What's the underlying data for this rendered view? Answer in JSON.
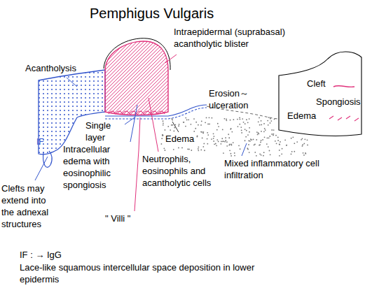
{
  "diagram": {
    "title": "Pemphigus Vulgaris",
    "labels": [
      "Intraepidermal (suprabasal) acantholytic blister",
      "Acantholysis",
      "Erosion～ ulceration",
      "Cleft",
      "Spongiosis",
      "Edema",
      "IF",
      "Single layer",
      "Edema",
      "Intracellular edema with eosinophilic spongiosis",
      "Neutrophils, eosinophils and acantholytic cells",
      "Mixed inflammatory cell infiltration",
      "Clefts may extend into the adnexal structures",
      "\" Villi \"",
      "IF : → IgG",
      "Lace-like squamous intercellular space deposition in lower epidermis"
    ]
  }
}
